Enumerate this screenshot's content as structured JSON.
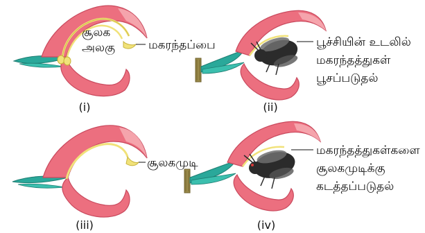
{
  "panels": [
    {
      "number": "(i)",
      "labels": [
        "சூலக",
        "அலகு",
        "மகரந்தப்பை"
      ]
    },
    {
      "number": "(ii)",
      "labels": [
        "பூச்சியின் உடலில்",
        "மகரந்தத்துகள்",
        "பூசப்படுதல்"
      ]
    },
    {
      "number": "(iii)",
      "labels": [
        "சூலகமுடி"
      ]
    },
    {
      "number": "(iv)",
      "labels": [
        "மகரந்தத்துகள்களை",
        "சூலகமுடிக்கு",
        "கடத்தப்படுதல்"
      ]
    }
  ],
  "colors": {
    "petal": "#ec6f7f",
    "petal_light": "#f7b2b8",
    "petal_outline": "#c94a5e",
    "sepal": "#2aa89a",
    "stamen": "#f1e27a",
    "stamen_outline": "#c7b33a",
    "bee_body": "#2b2b2b",
    "stalk": "#9a8a4a"
  },
  "icons": [
    "flower-icon",
    "bee-icon"
  ]
}
